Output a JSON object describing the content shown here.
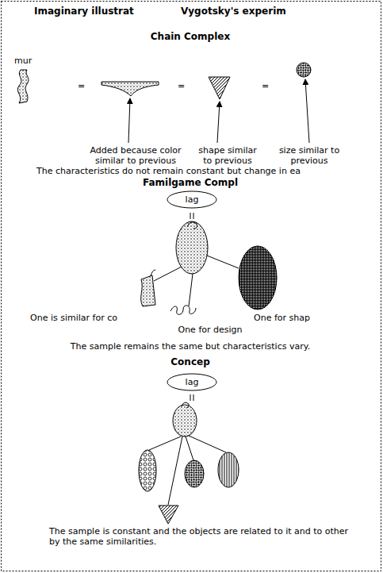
{
  "diagram": {
    "title": "Imaginary illustrat",
    "nodes": [
      {
        "text": [
          "lag"
        ]
      },
      {
        "text": [
          "lag"
        ]
      }
    ],
    "labels": [
      "Vygotsky's experim",
      "Chain Complex",
      "mur",
      "=",
      "=",
      "=",
      "Added because color similar to previous",
      "shape similar to previous",
      "size similar to previous",
      "The characteristics do not remain constant but change in ea",
      "Familgame Compl",
      "One is similar for co",
      "One for design",
      "One for shap",
      "The sample remains the same but characteristics vary.",
      "Concep",
      "The sample is constant and the objects are related to it and to other by the same similarities."
    ]
  }
}
